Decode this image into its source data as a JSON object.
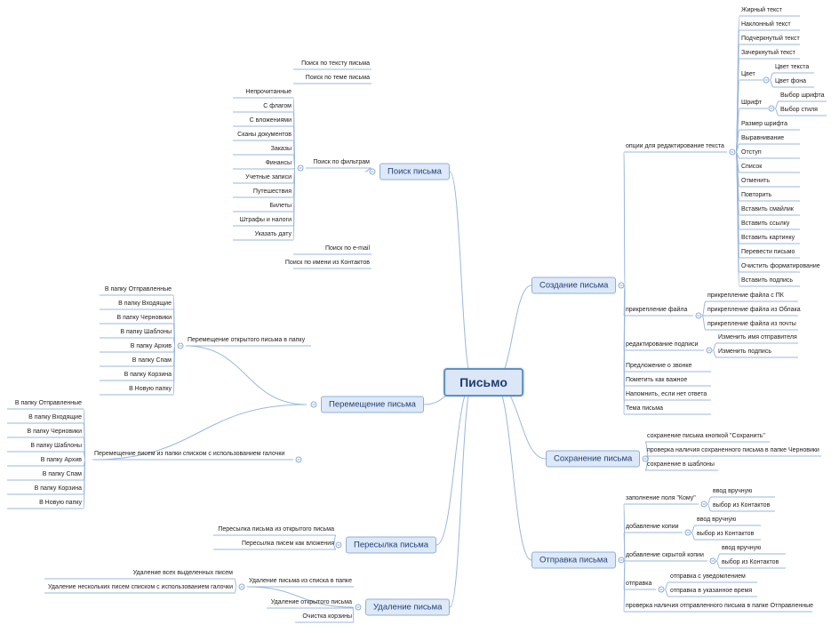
{
  "central": "Письмо",
  "colors": {
    "line": "#9bb7dc",
    "branch_fill": "#dde9f7",
    "branch_border": "#8fb0d9",
    "text": "#222222"
  },
  "nodes": [
    {
      "id": "search",
      "text": "Поиск письма",
      "children": [
        {
          "text": "Поиск по тексту письма"
        },
        {
          "text": "Поиск по теме письма"
        },
        {
          "text": "Поиск по фильтрам",
          "children": [
            {
              "text": "Непрочитанные"
            },
            {
              "text": "С флагом"
            },
            {
              "text": "С вложениями"
            },
            {
              "text": "Сканы документов"
            },
            {
              "text": "Заказы"
            },
            {
              "text": "Финансы"
            },
            {
              "text": "Учетные записи"
            },
            {
              "text": "Путешествия"
            },
            {
              "text": "Билеты"
            },
            {
              "text": "Штрафы и налоги"
            },
            {
              "text": "Указать дату"
            }
          ]
        },
        {
          "text": "Поиск по e-mail"
        },
        {
          "text": "Поиск по имени из Контактов"
        }
      ]
    },
    {
      "id": "move",
      "text": "Перемещение письма",
      "children": [
        {
          "text": "Перемещение открытого письма в папку",
          "children": [
            {
              "text": "В папку Отправленные"
            },
            {
              "text": "В папку Входящие"
            },
            {
              "text": "В папку Черновики"
            },
            {
              "text": "В папку Шаблоны"
            },
            {
              "text": "В папку Архив"
            },
            {
              "text": "В папку Спам"
            },
            {
              "text": "В папку Корзина"
            },
            {
              "text": "В Новую папку"
            }
          ]
        },
        {
          "text": "Перемещение писем из папки списком с использованием галочки",
          "children": [
            {
              "text": "В папку Отправленные"
            },
            {
              "text": "В папку Входящие"
            },
            {
              "text": "В папку Черновики"
            },
            {
              "text": "В папку Шаблоны"
            },
            {
              "text": "В папку Архив"
            },
            {
              "text": "В папку Спам"
            },
            {
              "text": "В папку Корзина"
            },
            {
              "text": "В Новую папку"
            }
          ]
        }
      ]
    },
    {
      "id": "forward",
      "text": "Пересылка письма",
      "children": [
        {
          "text": "Пересылка письма из открытого письма"
        },
        {
          "text": "Пересылка писем как вложения"
        }
      ]
    },
    {
      "id": "delete",
      "text": "Удаление письма",
      "children": [
        {
          "text": "Удаление письма из списка в папке",
          "children": [
            {
              "text": "Удаление всех выделенных писем"
            },
            {
              "text": "Удаление нескольких писем списком с использованием галочки"
            }
          ]
        },
        {
          "text": "Удаление открытого письма"
        },
        {
          "text": "Очистка корзины"
        }
      ]
    },
    {
      "id": "create",
      "text": "Создание письма",
      "children": [
        {
          "text": "опции для редактирование текста",
          "children": [
            {
              "text": "Жирный текст"
            },
            {
              "text": "Наклонный текст"
            },
            {
              "text": "Подчеркнутый текст"
            },
            {
              "text": "Зачеркнутый текст"
            },
            {
              "text": "Цвет",
              "children": [
                {
                  "text": "Цвет текста"
                },
                {
                  "text": "Цвет фона"
                }
              ]
            },
            {
              "text": "Шрифт",
              "children": [
                {
                  "text": "Выбор шрифта"
                },
                {
                  "text": "Выбор стиля"
                }
              ]
            },
            {
              "text": "Размер шрифта"
            },
            {
              "text": "Выравнивание"
            },
            {
              "text": "Отступ"
            },
            {
              "text": "Список"
            },
            {
              "text": "Отменить"
            },
            {
              "text": "Повторить"
            },
            {
              "text": "Вставить смайлик"
            },
            {
              "text": "Вставить ссылку"
            },
            {
              "text": "Вставить картинку"
            },
            {
              "text": "Перевести письмо"
            },
            {
              "text": "Очистить форматирование"
            },
            {
              "text": "Вставить подпись"
            }
          ]
        },
        {
          "text": "прикрепление файла",
          "children": [
            {
              "text": "прикрепление файла с ПК"
            },
            {
              "text": "прикрепление файла из Облака"
            },
            {
              "text": "прикрепление файла из почты"
            }
          ]
        },
        {
          "text": "редактирование подписи",
          "children": [
            {
              "text": "Изменить имя отправителя"
            },
            {
              "text": "Изменить подпись"
            }
          ]
        },
        {
          "text": "Предложение о звонке"
        },
        {
          "text": "Пометить как важное"
        },
        {
          "text": "Напомнить, если нет ответа"
        },
        {
          "text": "Тема письма"
        }
      ]
    },
    {
      "id": "save",
      "text": "Сохранение письма",
      "children": [
        {
          "text": "сохранение письма кнопкой \"Сохранить\""
        },
        {
          "text": "проверка наличия сохраненного письма в папке Черновики"
        },
        {
          "text": "сохранение в шаблоны"
        }
      ]
    },
    {
      "id": "send",
      "text": "Отправка письма",
      "children": [
        {
          "text": "заполнение поля \"Кому\"",
          "children": [
            {
              "text": "ввод вручную"
            },
            {
              "text": "выбор из Контактов"
            }
          ]
        },
        {
          "text": "добавление копии",
          "children": [
            {
              "text": "ввод вручную"
            },
            {
              "text": "выбор из Контактов"
            }
          ]
        },
        {
          "text": "добавление скрытой копии",
          "children": [
            {
              "text": "ввод вручную"
            },
            {
              "text": "выбор из Контактов"
            }
          ]
        },
        {
          "text": "отправка",
          "children": [
            {
              "text": "отправка с уведомлением"
            },
            {
              "text": "отправка в указанное время"
            }
          ]
        },
        {
          "text": "проверка наличия отправленного письма в папке Отправленные"
        }
      ]
    }
  ]
}
